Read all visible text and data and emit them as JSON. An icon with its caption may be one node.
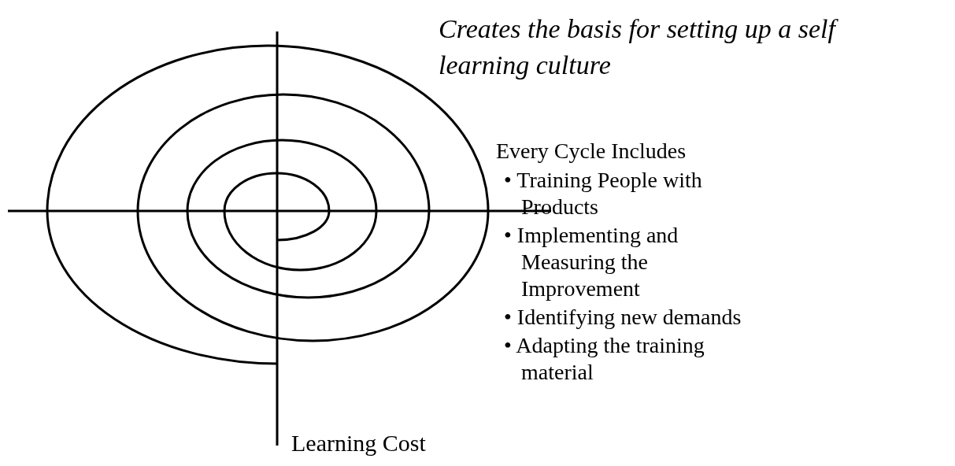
{
  "diagram": {
    "title": "Creates the basis for setting up a self learning culture",
    "labels": [
      "Every Cycle Includes",
      "• Training People with Products",
      "• Implementing and Measuring the Improvement",
      "• Identifying new demands",
      "• Adapting the training material",
      "Learning Cost"
    ]
  }
}
